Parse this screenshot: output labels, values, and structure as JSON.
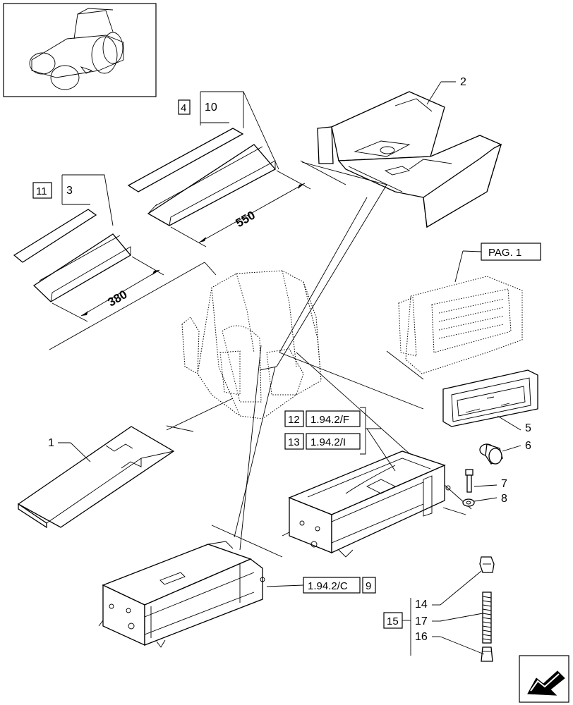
{
  "callouts": {
    "c1": "1",
    "c2": "2",
    "c3": "3",
    "c4": "4",
    "c5": "5",
    "c6": "6",
    "c7": "7",
    "c8": "8",
    "c9": "9",
    "c10": "10",
    "c11": "11",
    "c12": "12",
    "c13": "13",
    "c14": "14",
    "c15": "15",
    "c16": "16",
    "c17": "17"
  },
  "references": {
    "pag1": "PAG. 1",
    "r12": "1.94.2/F",
    "r13": "1.94.2/I",
    "r9": "1.94.2/C"
  },
  "dimensions": {
    "d550": "550",
    "d380": "380"
  },
  "icons": {
    "thumbnail": "tractor-thumbnail",
    "nav": "next-page-arrow-icon"
  }
}
